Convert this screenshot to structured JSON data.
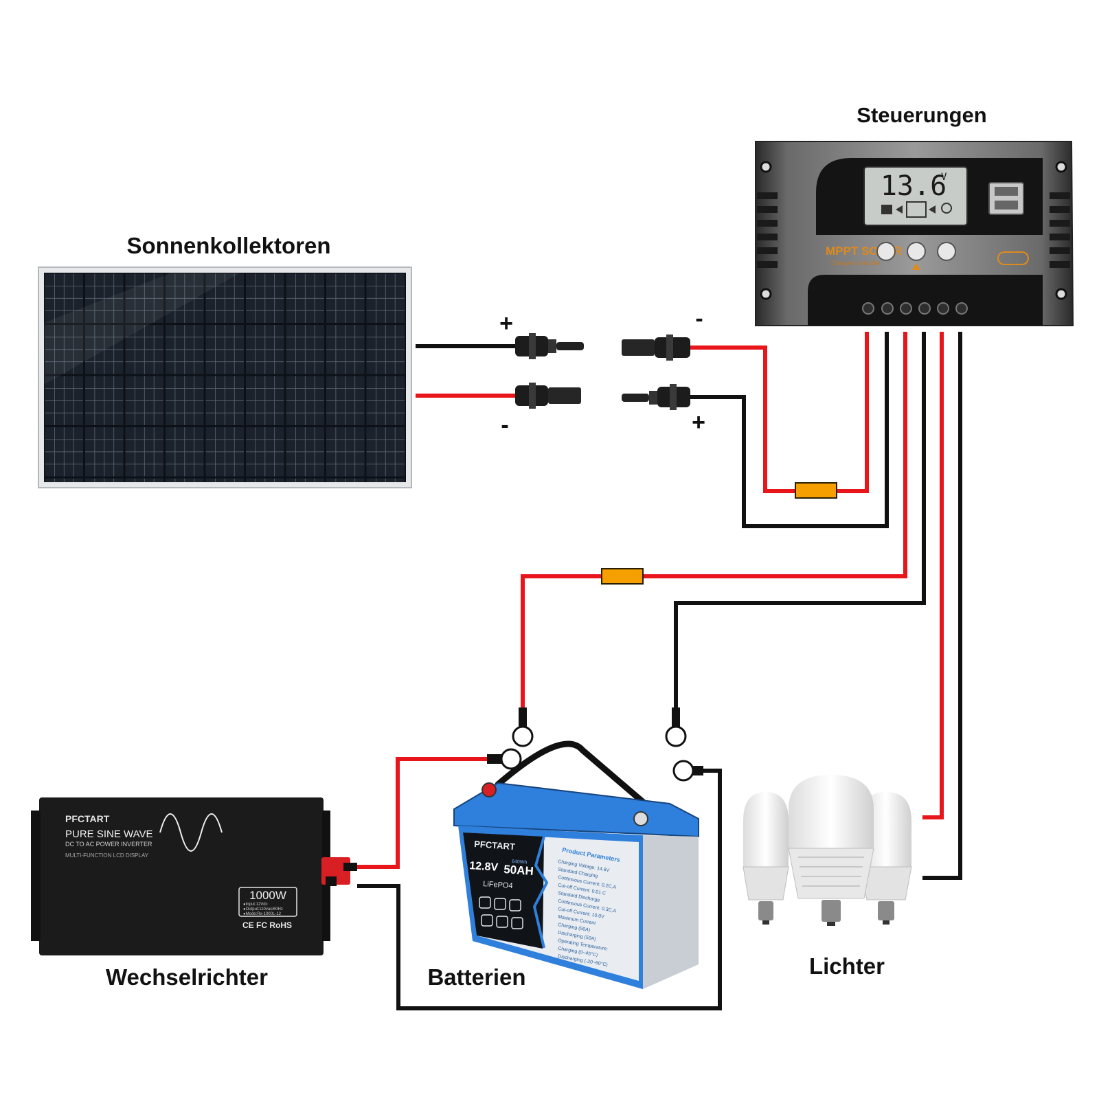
{
  "colors": {
    "positive": "#e8161b",
    "negative": "#111111",
    "fuse": "#f5a000",
    "panel": "#151a20",
    "battery": "#2f7fdc",
    "controller_accent": "#e08a1c"
  },
  "labels": {
    "solar_panels": "Sonnenkollektoren",
    "controller": "Steuerungen",
    "inverter": "Wechselrichter",
    "batteries": "Batterien",
    "lights": "Lichter"
  },
  "polarity": {
    "plus": "+",
    "minus": "-"
  },
  "controller": {
    "display_value": "13.6",
    "display_unit": "V",
    "brand": "MPPT SOLAR",
    "subtitle": "Charger controller"
  },
  "inverter": {
    "brand": "PFCTART",
    "line1": "PURE SINE WAVE",
    "line2": "DC TO AC POWER INVERTER",
    "line3": "MULTI-FUNCTION LCD DISPLAY",
    "power": "1000W",
    "spec1": "●Input:12Vdc",
    "spec2": "●Output:110vac/60Hz",
    "spec3": "●Mode:Rx-1000L-12",
    "certs": "CE FC RoHS"
  },
  "battery": {
    "brand": "PFCTART",
    "voltage": "12.8V",
    "capacity": "50AH",
    "energy": "640Wh",
    "chemistry": "LiFePO4",
    "params_title": "Product Parameters",
    "params": [
      "Charging Voltage: 14.6V",
      "Standard Charging",
      "Continuous Current: 0.2C,A",
      "Cut-off Current: 0.01 C",
      "Standard Discharge",
      "Continuous Current: 0.3C,A",
      "Cut-off Current: 10.0V",
      "Maximum Current",
      "Charging (50A)",
      "Discharging (50A)",
      "Operating Temperature:",
      "Charging (0~45°C)",
      "Discharging (-20~60°C)"
    ]
  }
}
